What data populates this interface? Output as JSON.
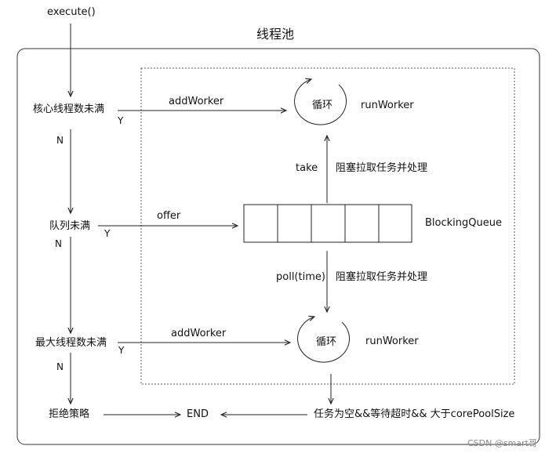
{
  "title": "线程池",
  "labels": {
    "execute": "execute()",
    "core_not_full": "核心线程数未满",
    "queue_not_full": "队列未满",
    "max_not_full": "最大线程数未满",
    "reject": "拒绝策略",
    "end": "END",
    "loop_top": "循环",
    "loop_bottom": "循环",
    "runworker_top": "runWorker",
    "runworker_bottom": "runWorker",
    "addworker_top": "addWorker",
    "addworker_bottom": "addWorker",
    "offer": "offer",
    "blocking_queue": "BlockingQueue",
    "take": "take",
    "poll": "poll(time)",
    "block_fetch_top": "阻塞拉取任务并处理",
    "block_fetch_bottom": "阻塞拉取任务并处理",
    "empty_timeout": "任务为空&&等待超时&& 大于corePoolSize"
  },
  "branch_labels": {
    "n1": "N",
    "y1": "Y",
    "n2": "N",
    "y2": "Y",
    "n3": "N",
    "y3": "Y"
  },
  "queue_cells": 5,
  "watermark": "CSDN @smart哥"
}
